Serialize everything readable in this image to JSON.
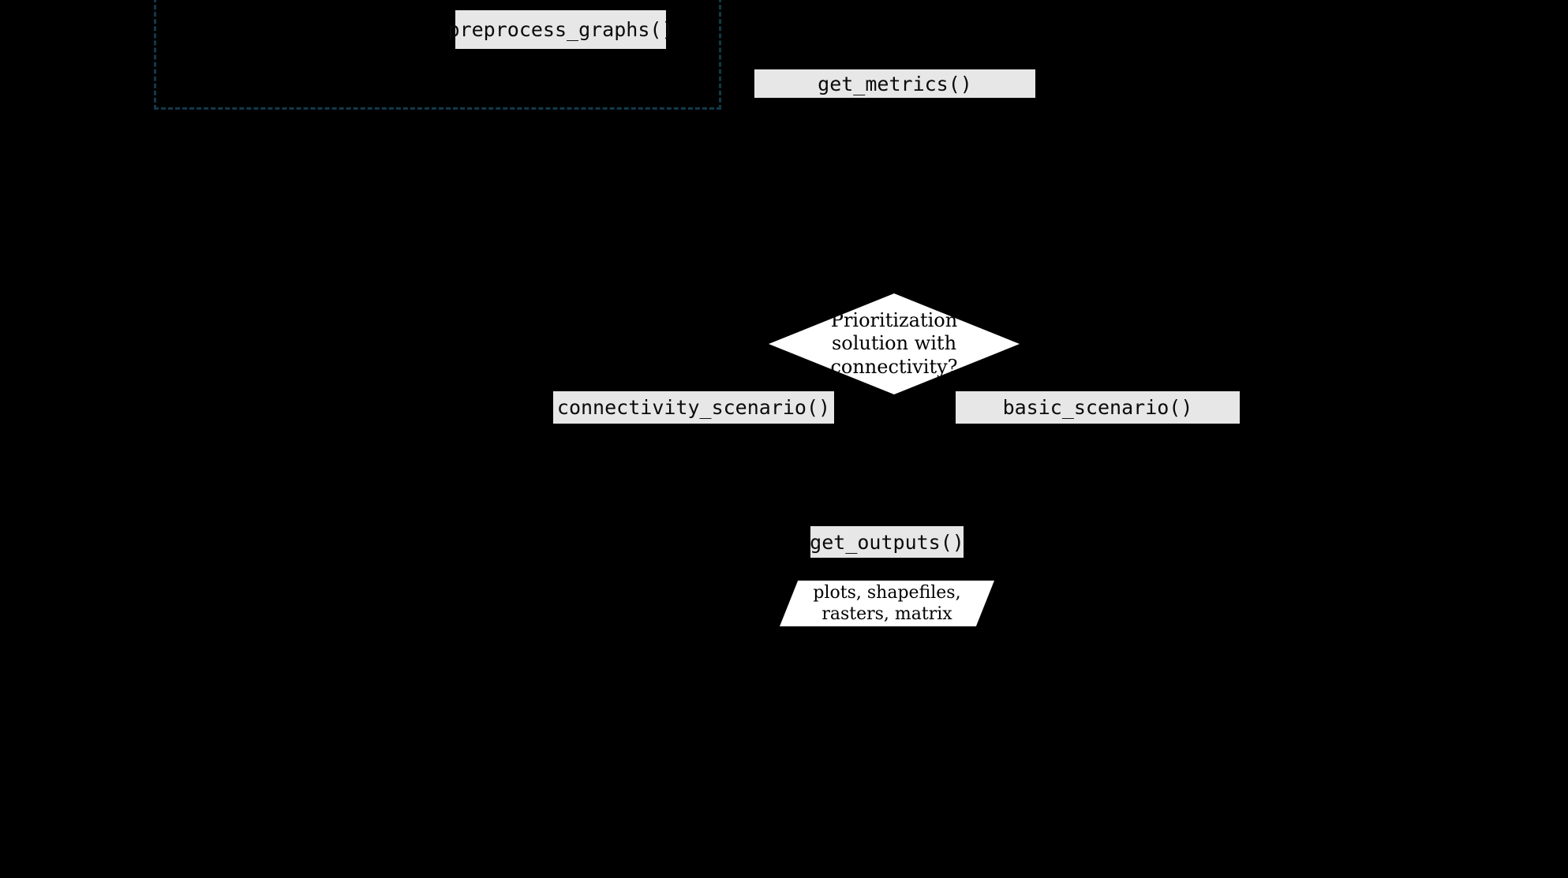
{
  "diagram": {
    "background_color": "#000000",
    "node_fill_color": "#e7e7e7",
    "decision_fill_color": "#ffffff",
    "cluster_border_color": "#11394b",
    "text_color": "#000000"
  },
  "cluster": {
    "label": ""
  },
  "nodes": {
    "preprocess_graphs": {
      "label": "preprocess_graphs()",
      "shape": "rectangle"
    },
    "get_metrics": {
      "label": "get_metrics()",
      "shape": "rectangle"
    },
    "decision": {
      "label_line1": "Prioritization",
      "label_line2": "solution with",
      "label_line3": "connectivity?",
      "shape": "diamond"
    },
    "connectivity_scenario": {
      "label": "connectivity_scenario()",
      "shape": "rectangle"
    },
    "basic_scenario": {
      "label": "basic_scenario()",
      "shape": "rectangle"
    },
    "get_outputs": {
      "label": "get_outputs()",
      "shape": "rectangle"
    },
    "outputs_data": {
      "label_line1": "plots, shapefiles,",
      "label_line2": "rasters, matrix",
      "shape": "parallelogram"
    }
  }
}
